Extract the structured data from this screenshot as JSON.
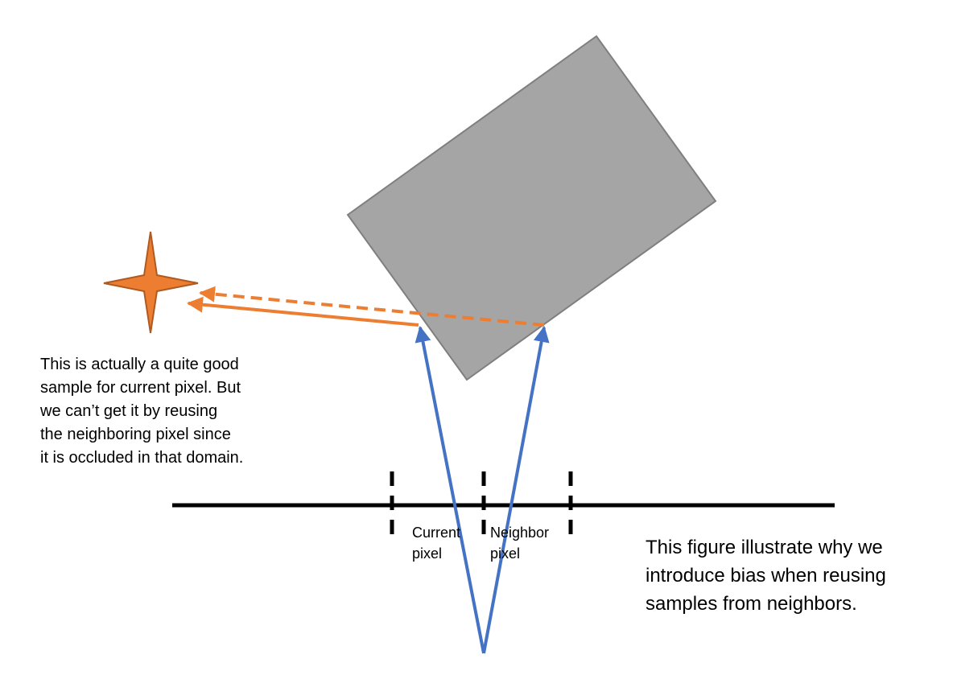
{
  "labels": {
    "current_pixel": [
      "Current",
      "pixel"
    ],
    "neighbor_pixel": [
      "Neighbor",
      "pixel"
    ]
  },
  "annotation": [
    "This is actually a quite good",
    "sample for current pixel. But",
    "we can’t get it by reusing",
    "the neighboring pixel since",
    "it is occluded in that domain."
  ],
  "caption": [
    "This figure illustrate why we",
    "introduce bias when reusing",
    "samples from neighbors."
  ],
  "colors": {
    "occluder": "#a5a5a5",
    "occluder_stroke": "#7f7f7f",
    "camera_rays": "#4472c4",
    "light_paths": "#ed7d31",
    "light_source": "#ed7d31",
    "light_source_stroke": "#ae5a21",
    "image_plane": "#000000"
  }
}
